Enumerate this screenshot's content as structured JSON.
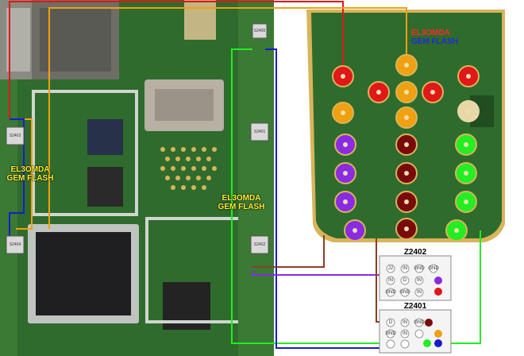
{
  "annotations": {
    "left": {
      "line1": "EL3OMDA",
      "line2": "GEM FLASH"
    },
    "middle": {
      "line1": "EL3OMDA",
      "line2": "GEM FLASH"
    },
    "right": {
      "line1": "EL3OMDA",
      "line2": "GEM FLASH"
    }
  },
  "connector_labels": [
    "Z2402",
    "Z2401"
  ],
  "component_tags": [
    "S2400",
    "S2403",
    "S2401",
    "S2404",
    "S2402"
  ],
  "pad_captions": [
    "J2",
    "IN",
    "GND",
    "GND",
    "IN",
    "D",
    "IN",
    "GND",
    "GND",
    "IN",
    "D",
    "IN",
    "GND",
    "GND",
    "IN"
  ],
  "colors": {
    "pcb": "#2f6b2c",
    "pcb_dark": "#214d20",
    "red": "#e01818",
    "orange": "#f0a010",
    "maroon": "#7a0a0a",
    "purple": "#8a2be2",
    "green": "#22ee22",
    "blue": "#1a1ad0",
    "gold": "#d8b45a",
    "brown": "#8b3d2a"
  }
}
